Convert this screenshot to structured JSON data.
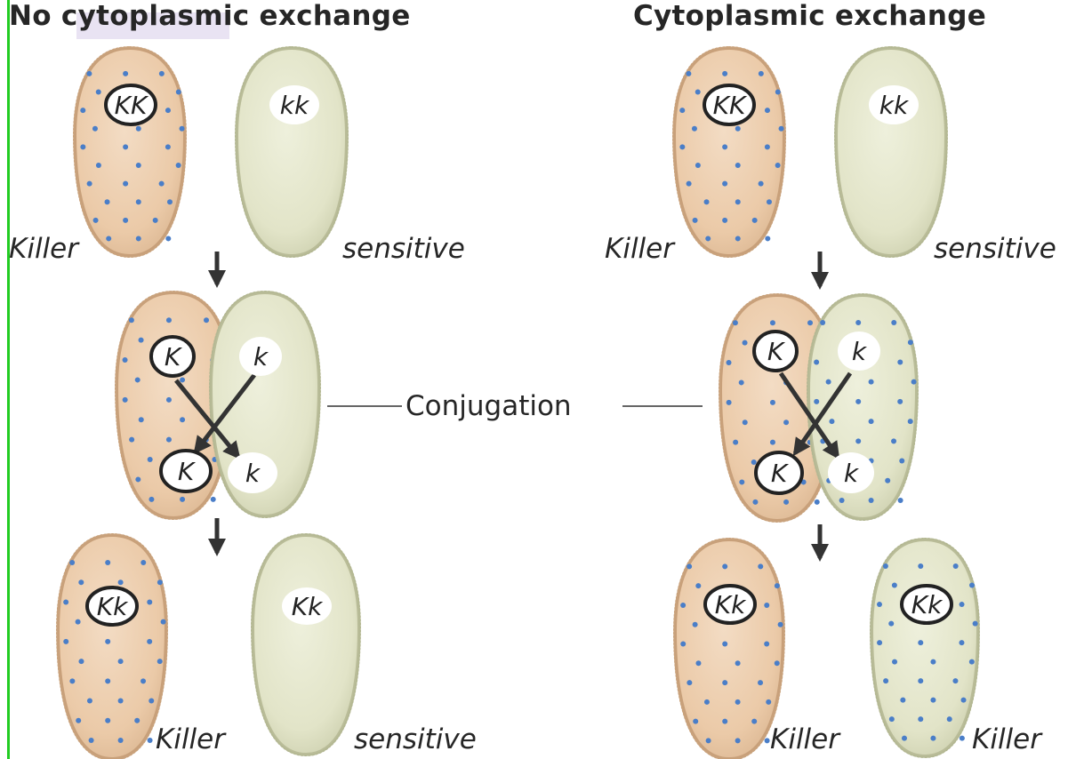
{
  "titles": {
    "left": "No cytoplasmic exchange",
    "right": "Cytoplasmic exchange"
  },
  "parents": {
    "killer_genotype": "KK",
    "sensitive_genotype": "kk",
    "killer_label": "Killer",
    "sensitive_label": "sensitive"
  },
  "conjugation": {
    "label": "Conjugation",
    "allele_dominant": "K",
    "allele_recessive": "k"
  },
  "progeny_left": {
    "cell1_genotype": "Kk",
    "cell1_label": "Killer",
    "cell2_genotype": "Kk",
    "cell2_label": "sensitive"
  },
  "progeny_right": {
    "cell1_genotype": "Kk",
    "cell1_label": "Killer",
    "cell2_genotype": "Kk",
    "cell2_label": "Killer"
  },
  "colors": {
    "killer_cell": "#efcfae",
    "sensitive_cell": "#e4e6cc",
    "kappa_dot": "#4a7ec8",
    "arrow": "#333333",
    "edge_line": "#22cc22"
  }
}
